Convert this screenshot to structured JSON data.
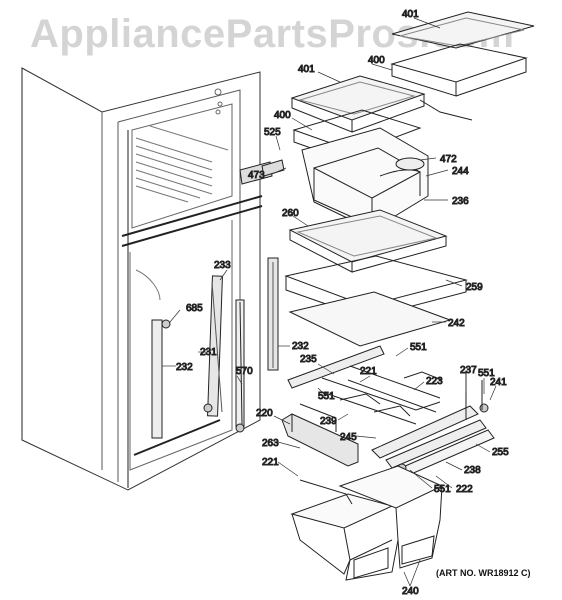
{
  "watermark": "AppliancePartsPros.com",
  "art_number": "(ART NO. WR18912 C)",
  "callouts": [
    {
      "id": "c401a",
      "label": "401"
    },
    {
      "id": "c401b",
      "label": "401"
    },
    {
      "id": "c400a",
      "label": "400"
    },
    {
      "id": "c400b",
      "label": "400"
    },
    {
      "id": "c525",
      "label": "525"
    },
    {
      "id": "c472",
      "label": "472"
    },
    {
      "id": "c473",
      "label": "473"
    },
    {
      "id": "c244",
      "label": "244"
    },
    {
      "id": "c236",
      "label": "236"
    },
    {
      "id": "c260",
      "label": "260"
    },
    {
      "id": "c259",
      "label": "259"
    },
    {
      "id": "c233",
      "label": "233"
    },
    {
      "id": "c685",
      "label": "685"
    },
    {
      "id": "c242",
      "label": "242"
    },
    {
      "id": "c231",
      "label": "231"
    },
    {
      "id": "c232a",
      "label": "232"
    },
    {
      "id": "c232b",
      "label": "232"
    },
    {
      "id": "c551a",
      "label": "551"
    },
    {
      "id": "c570",
      "label": "570"
    },
    {
      "id": "c235",
      "label": "235"
    },
    {
      "id": "c221a",
      "label": "221"
    },
    {
      "id": "c237",
      "label": "237"
    },
    {
      "id": "c551b",
      "label": "551"
    },
    {
      "id": "c241",
      "label": "241"
    },
    {
      "id": "c223",
      "label": "223"
    },
    {
      "id": "c551c",
      "label": "551"
    },
    {
      "id": "c239",
      "label": "239"
    },
    {
      "id": "c220",
      "label": "220"
    },
    {
      "id": "c245",
      "label": "245"
    },
    {
      "id": "c263",
      "label": "263"
    },
    {
      "id": "c255",
      "label": "255"
    },
    {
      "id": "c238",
      "label": "238"
    },
    {
      "id": "c221b",
      "label": "221"
    },
    {
      "id": "c551d",
      "label": "551"
    },
    {
      "id": "c222",
      "label": "222"
    },
    {
      "id": "c240",
      "label": "240"
    }
  ]
}
